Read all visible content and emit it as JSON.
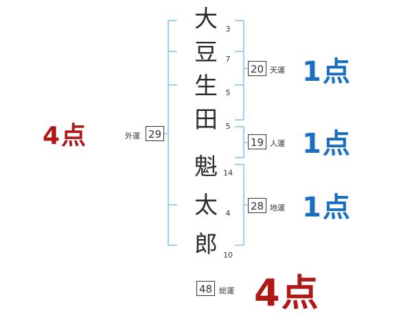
{
  "colors": {
    "bracket": "#7ec3e3",
    "score_blue": "#1a6fc0",
    "score_red": "#b01818",
    "text": "#2b2b2b"
  },
  "name": {
    "characters": [
      {
        "char": "大",
        "strokes": "3"
      },
      {
        "char": "豆",
        "strokes": "7"
      },
      {
        "char": "生",
        "strokes": "5"
      },
      {
        "char": "田",
        "strokes": "5"
      },
      {
        "char": "魁",
        "strokes": "14"
      },
      {
        "char": "太",
        "strokes": "4"
      },
      {
        "char": "郎",
        "strokes": "10"
      }
    ]
  },
  "fortunes": {
    "tenkaku": {
      "value": "20",
      "label": "天運",
      "score": "1点"
    },
    "jinkaku": {
      "value": "19",
      "label": "人運",
      "score": "1点"
    },
    "chikaku": {
      "value": "28",
      "label": "地運",
      "score": "1点"
    },
    "gaikaku": {
      "value": "29",
      "label": "外運",
      "score": "4点"
    },
    "soukaku": {
      "value": "48",
      "label": "総運",
      "score": "4点"
    }
  }
}
